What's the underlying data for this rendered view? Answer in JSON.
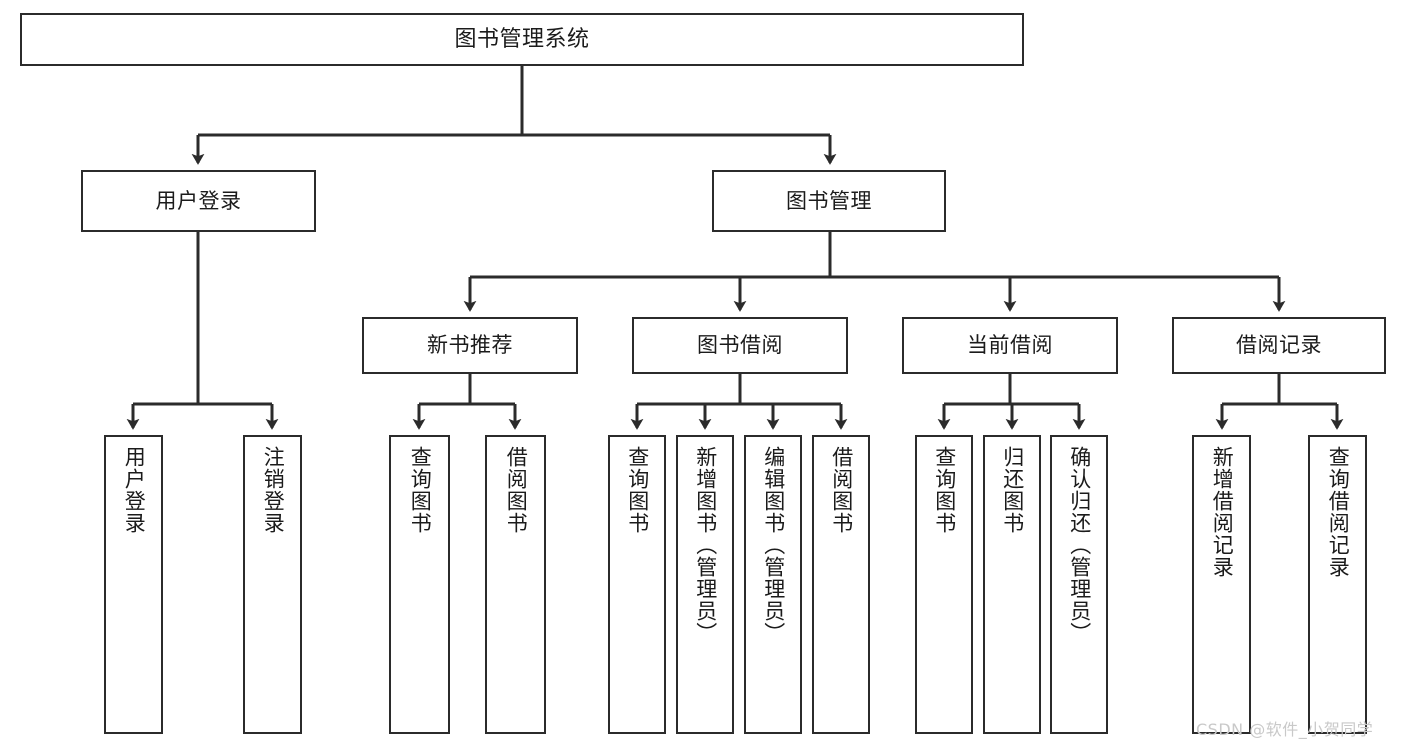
{
  "diagram": {
    "title": "图书管理系统",
    "type": "tree-hierarchy-diagram",
    "colors": {
      "box_border": "#2b2b2b",
      "box_fill": "#ffffff",
      "edge": "#2b2b2b",
      "text": "#1b1b1b",
      "watermark": "#c9c9c9",
      "background": "#ffffff"
    },
    "levels": {
      "root": {
        "label": "图书管理系统"
      },
      "level2": [
        {
          "label": "用户登录"
        },
        {
          "label": "图书管理"
        }
      ],
      "level3": [
        {
          "label": "新书推荐"
        },
        {
          "label": "图书借阅"
        },
        {
          "label": "当前借阅"
        },
        {
          "label": "借阅记录"
        }
      ],
      "leaves": [
        {
          "label": "用户登录",
          "parent": "用户登录"
        },
        {
          "label": "注销登录",
          "parent": "用户登录"
        },
        {
          "label": "查询图书",
          "parent": "新书推荐"
        },
        {
          "label": "借阅图书",
          "parent": "新书推荐"
        },
        {
          "label": "查询图书",
          "parent": "图书借阅"
        },
        {
          "label": "新增图书（管理员）",
          "parent": "图书借阅"
        },
        {
          "label": "编辑图书（管理员）",
          "parent": "图书借阅"
        },
        {
          "label": "借阅图书",
          "parent": "图书借阅"
        },
        {
          "label": "查询图书",
          "parent": "当前借阅"
        },
        {
          "label": "归还图书",
          "parent": "当前借阅"
        },
        {
          "label": "确认归还（管理员）",
          "parent": "当前借阅"
        },
        {
          "label": "新增借阅记录",
          "parent": "借阅记录"
        },
        {
          "label": "查询借阅记录",
          "parent": "借阅记录"
        }
      ]
    }
  },
  "watermark": {
    "text": "CSDN @软件_小贺同学"
  }
}
